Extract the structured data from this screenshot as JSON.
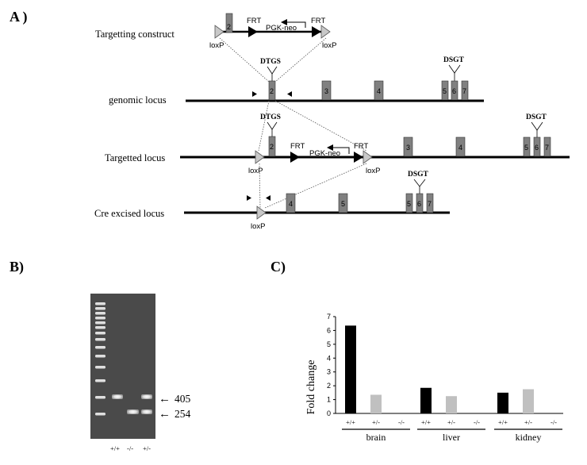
{
  "panels": {
    "a": {
      "label": "A )"
    },
    "b": {
      "label": "B)"
    },
    "c": {
      "label": "C)"
    }
  },
  "diagram": {
    "rows": {
      "construct": "Targetting construct",
      "genomic": "genomic locus",
      "targeted": "Targetted locus",
      "excised": "Cre excised locus"
    },
    "markers": {
      "frt": "FRT",
      "loxp": "loxP",
      "neo": "PGK-neo",
      "dtgs": "DTGS",
      "dsgt": "DSGT"
    },
    "exons": [
      "2",
      "3",
      "4",
      "5",
      "6",
      "7"
    ]
  },
  "gel": {
    "band_labels": [
      "405",
      "254"
    ],
    "arrow_glyph": "←",
    "lane_labels": [
      "+/+",
      "-/-",
      "+/-"
    ]
  },
  "chart_data": {
    "type": "bar",
    "ylabel": "Fold change",
    "ylim": [
      0,
      7
    ],
    "yticks": [
      "0",
      "1",
      "2",
      "3",
      "4",
      "5",
      "6",
      "7"
    ],
    "groups": [
      "brain",
      "liver",
      "kidney"
    ],
    "genotypes": [
      "+/+",
      "+/-",
      "-/-"
    ],
    "values": [
      [
        6.35,
        1.35,
        0
      ],
      [
        1.85,
        1.25,
        0
      ],
      [
        1.5,
        1.75,
        0
      ]
    ],
    "colors": {
      "+/+": "#000000",
      "+/-": "#c0c0c0",
      "-/-": "#ffffff"
    }
  }
}
